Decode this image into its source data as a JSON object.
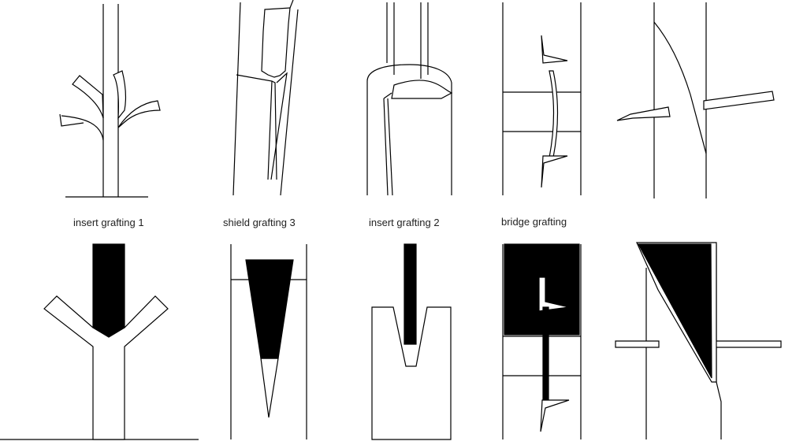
{
  "labels": {
    "insert_grafting_1": "insert grafting 1",
    "shield_grafting_3": "shield grafting 3",
    "insert_grafting_2": "insert grafting 2",
    "bridge_grafting": "bridge grafting"
  },
  "colors": {
    "stroke": "#000000",
    "fill_dark": "#000000",
    "background": "#ffffff",
    "label_text": "#222222"
  }
}
